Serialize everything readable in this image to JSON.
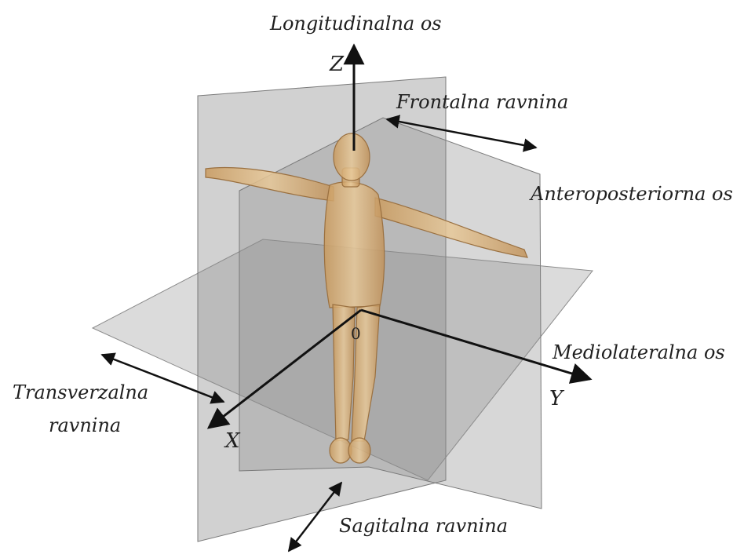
{
  "labels": {
    "longitudinal_axis": "Longitudinalna os",
    "frontal_plane": "Frontalna ravnina",
    "anteroposterior_axis": "Anteroposteriorna os",
    "mediolateral_axis": "Mediolateralna os",
    "transverse_plane_line1": "Transverzalna",
    "transverse_plane_line2": "ravnina",
    "sagittal_plane": "Sagitalna ravnina",
    "axis_z": "Z",
    "axis_y": "Y",
    "axis_x": "X",
    "origin": "0"
  },
  "colors": {
    "plane_fill": "#9a9a9a",
    "plane_edge": "#7a7a7a",
    "body_fill": "#d9b27c",
    "arrow": "#111111",
    "background": "#ffffff"
  }
}
